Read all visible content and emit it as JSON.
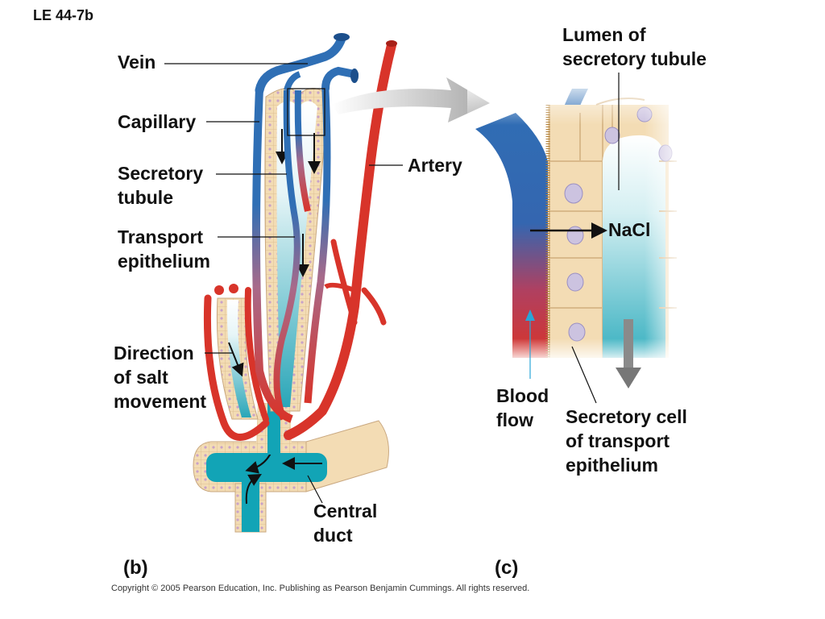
{
  "figure_id": "LE 44-7b",
  "panel_b": {
    "label": "(b)",
    "labels": {
      "vein": "Vein",
      "capillary": "Capillary",
      "secretory_tubule": [
        "Secretory",
        "tubule"
      ],
      "transport_epithelium": [
        "Transport",
        "epithelium"
      ],
      "direction_salt": [
        "Direction",
        "of salt",
        "movement"
      ],
      "artery": "Artery",
      "central_duct": [
        "Central",
        "duct"
      ]
    }
  },
  "panel_c": {
    "label": "(c)",
    "labels": {
      "lumen": [
        "Lumen of",
        "secretory tubule"
      ],
      "nacl": "NaCl",
      "blood_flow": [
        "Blood",
        "flow"
      ],
      "secretory_cell": [
        "Secretory cell",
        "of transport",
        "epithelium"
      ]
    }
  },
  "copyright": "Copyright © 2005 Pearson Education, Inc. Publishing as Pearson Benjamin Cummings. All rights reserved.",
  "colors": {
    "vein": "#2f6fb5",
    "artery": "#d8342a",
    "epithelium": "#f3dcb4",
    "lumen": "#2aa6b8",
    "pointer": "#a8a8a8"
  }
}
